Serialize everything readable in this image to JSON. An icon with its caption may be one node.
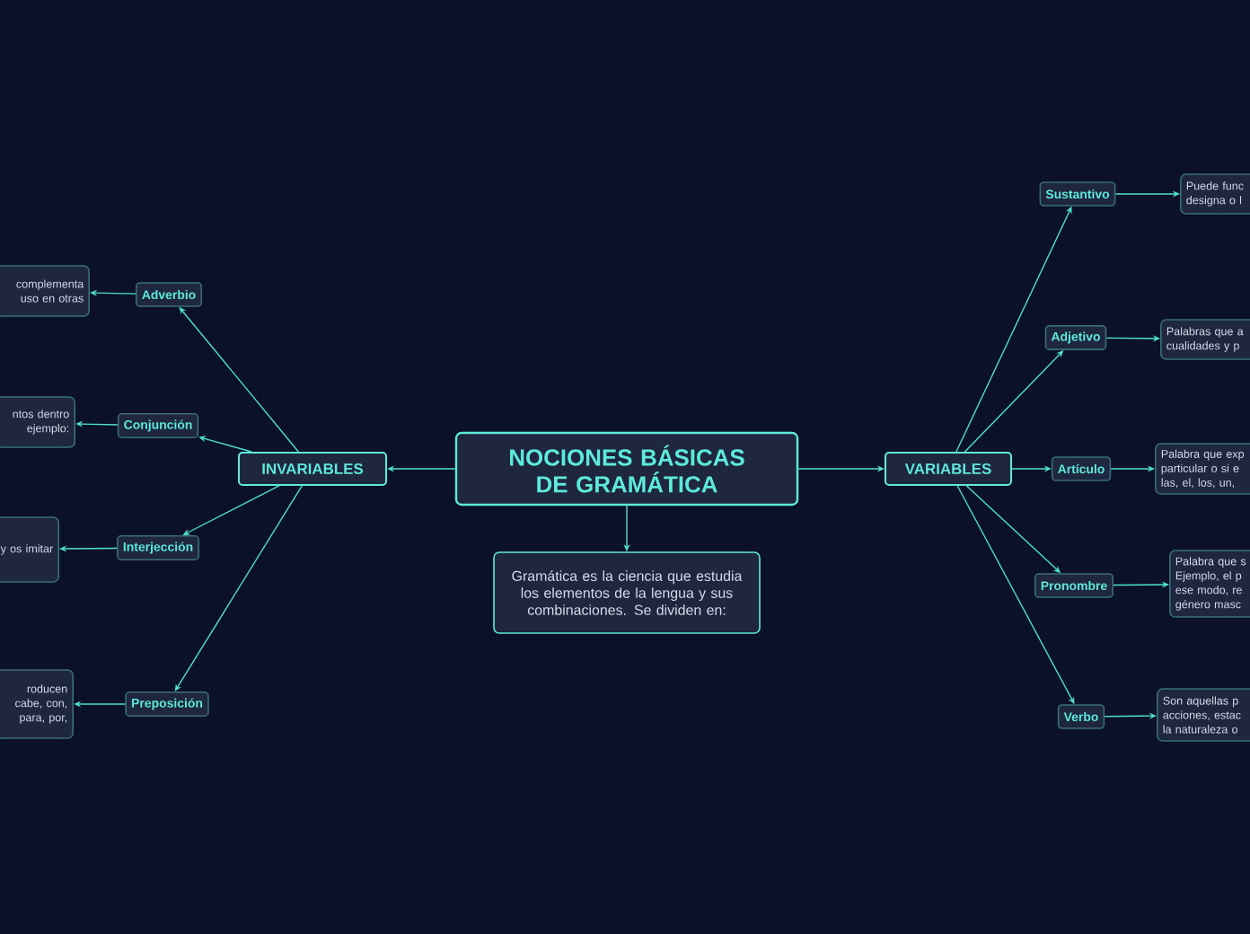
{
  "diagram": {
    "nodes": [
      {
        "text": [
          "NOCIONES BÁSICAS DE GRAMÁTICA"
        ]
      },
      {
        "text": [
          "Gramática es la ciencia que estudia los elementos de la lengua y sus combinaciones. Se dividen en:"
        ]
      },
      {
        "text": [
          "INVARIABLES"
        ]
      },
      {
        "text": [
          "VARIABLES"
        ]
      },
      {
        "text": [
          "Adverbio"
        ]
      },
      {
        "text": [
          "complementa uso en otras"
        ]
      },
      {
        "text": [
          "Conjunción"
        ]
      },
      {
        "text": [
          "ntos dentro ejemplo:"
        ]
      },
      {
        "text": [
          "Interjección"
        ]
      },
      {
        "text": [
          "y os imitar"
        ]
      },
      {
        "text": [
          "Preposición"
        ]
      },
      {
        "text": [
          "roducen cabe, con, para, por,"
        ]
      },
      {
        "text": [
          "Sustantivo"
        ]
      },
      {
        "text": [
          "Puede func designa o l"
        ]
      },
      {
        "text": [
          "Adjetivo"
        ]
      },
      {
        "text": [
          "Palabras que a cualidades y p"
        ]
      },
      {
        "text": [
          "Artículo"
        ]
      },
      {
        "text": [
          "Palabra que exp particular o si e las, el, los, un,"
        ]
      },
      {
        "text": [
          "Pronombre"
        ]
      },
      {
        "text": [
          "Palabra que s Ejemplo, el p ese modo, re género masc"
        ]
      },
      {
        "text": [
          "Verbo"
        ]
      },
      {
        "text": [
          "Son aquellas p acciones, estac la naturaleza o"
        ]
      }
    ],
    "edges": [
      {
        "from": 0,
        "to": 1,
        "arrow": "to"
      },
      {
        "from": 0,
        "to": 2,
        "arrow": "to"
      },
      {
        "from": 0,
        "to": 3,
        "arrow": "to"
      },
      {
        "from": 2,
        "to": 4,
        "arrow": "to"
      },
      {
        "from": 2,
        "to": 6,
        "arrow": "to"
      },
      {
        "from": 2,
        "to": 8,
        "arrow": "to"
      },
      {
        "from": 2,
        "to": 10,
        "arrow": "to"
      },
      {
        "from": 4,
        "to": 5,
        "arrow": "to"
      },
      {
        "from": 6,
        "to": 7,
        "arrow": "to"
      },
      {
        "from": 8,
        "to": 9,
        "arrow": "to"
      },
      {
        "from": 10,
        "to": 11,
        "arrow": "to"
      },
      {
        "from": 3,
        "to": 12,
        "arrow": "to"
      },
      {
        "from": 3,
        "to": 14,
        "arrow": "to"
      },
      {
        "from": 3,
        "to": 16,
        "arrow": "to"
      },
      {
        "from": 3,
        "to": 18,
        "arrow": "to"
      },
      {
        "from": 3,
        "to": 20,
        "arrow": "to"
      },
      {
        "from": 12,
        "to": 13,
        "arrow": "to"
      },
      {
        "from": 14,
        "to": 15,
        "arrow": "to"
      },
      {
        "from": 16,
        "to": 17,
        "arrow": "to"
      },
      {
        "from": 18,
        "to": 19,
        "arrow": "to"
      },
      {
        "from": 20,
        "to": 21,
        "arrow": "to"
      }
    ]
  }
}
